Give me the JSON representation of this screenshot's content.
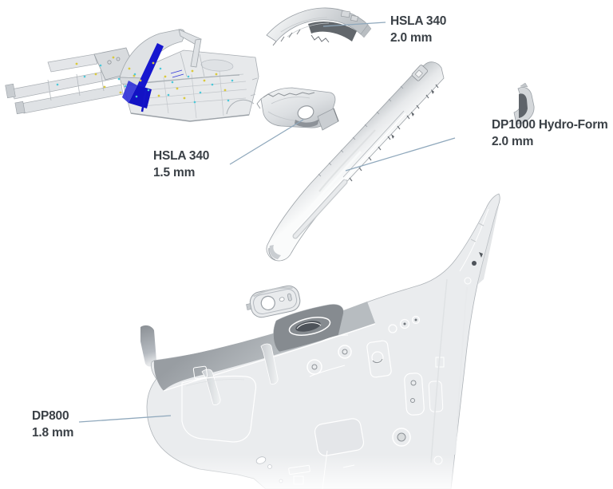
{
  "figure": {
    "description": "Exploded-view technical illustration of an automotive B-pillar assembly with steel grade and gauge callouts",
    "background": "#ffffff"
  },
  "colors": {
    "highlight_blue": "#1717cf",
    "leader_line": "#8fa8bc",
    "label_text": "#3a4046",
    "part_light": "#eaecee",
    "part_mid": "#c6cacd",
    "part_dark": "#62676c",
    "weld_dot_yellow": "#d9c93e",
    "weld_dot_cyan": "#4cc8d9"
  },
  "callouts": [
    {
      "material": "HSLA 340",
      "thickness": "2.0 mm"
    },
    {
      "material": "HSLA 340",
      "thickness": "1.5 mm"
    },
    {
      "material": "DP1000 Hydro-Form",
      "thickness": "2.0 mm"
    },
    {
      "material": "DP800",
      "thickness": "1.8 mm"
    }
  ],
  "parts": [
    {
      "name": "body-in-white-overview",
      "note": "car body with B-pillar highlighted in blue"
    },
    {
      "name": "b-pillar-upper-bracket",
      "callout": "HSLA 340 2.0 mm"
    },
    {
      "name": "b-pillar-inner-bracket",
      "callout": "HSLA 340 1.5 mm"
    },
    {
      "name": "b-pillar-hydroform-tube",
      "callout": "DP1000 Hydro-Form 2.0 mm"
    },
    {
      "name": "hydroform-end-fitting"
    },
    {
      "name": "small-mounting-plate"
    },
    {
      "name": "body-side-inner-panel",
      "callout": "DP800 1.8 mm"
    }
  ]
}
